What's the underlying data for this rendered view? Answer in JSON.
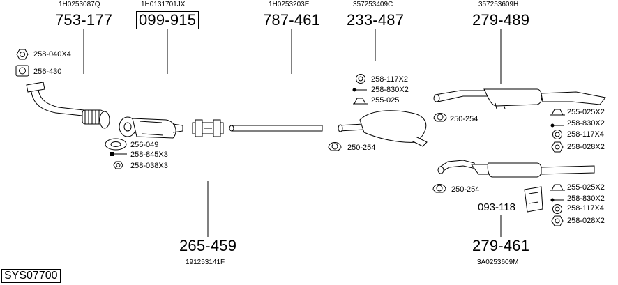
{
  "system_code": "SYS07700",
  "parts": [
    {
      "oem": "1H0253087Q",
      "number": "753-177"
    },
    {
      "oem": "1H0131701JX",
      "number": "099-915"
    },
    {
      "oem": "1H0253203E",
      "number": "787-461"
    },
    {
      "oem": "357253409C",
      "number": "233-487"
    },
    {
      "oem": "357253609H",
      "number": "279-489"
    },
    {
      "oem": "191253141F",
      "number": "265-459"
    },
    {
      "oem": "3A0253609M",
      "number": "279-461"
    }
  ],
  "accessories": {
    "front_pipe": [
      "258-040X4",
      "256-430"
    ],
    "catalyst": [
      "256-049",
      "258-845X3",
      "258-038X3"
    ],
    "center_box": [
      "258-117X2",
      "258-830X2",
      "255-025"
    ],
    "clamp_center": "250-254",
    "clamp_rear_upper": "250-254",
    "clamp_rear_lower": "250-254",
    "rear_upper": [
      "255-025X2",
      "258-830X2",
      "258-117X4",
      "258-028X2"
    ],
    "rear_lower": [
      "255-025X2",
      "258-830X2",
      "258-117X4",
      "258-028X2"
    ],
    "bracket": "093-118"
  }
}
